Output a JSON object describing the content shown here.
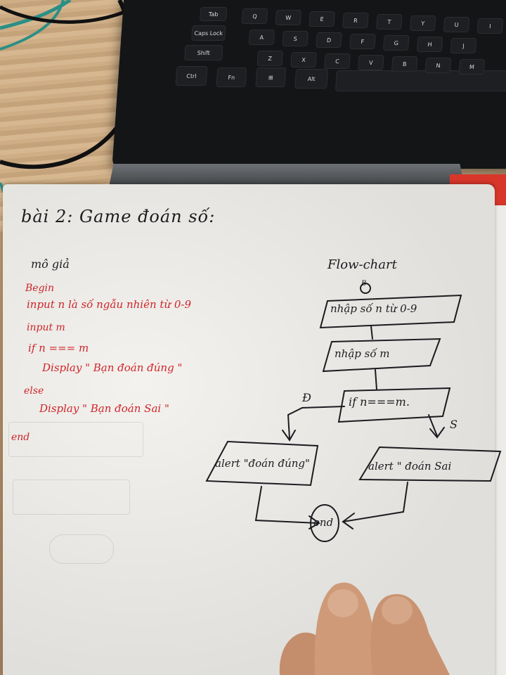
{
  "keyboard": {
    "row_labels": [
      "Tab",
      "Caps Lock",
      "Shift",
      "Ctrl",
      "Fn",
      "Alt"
    ],
    "letters_row1": [
      "Q",
      "W",
      "E",
      "R",
      "T",
      "Y",
      "U",
      "I"
    ],
    "letters_row2": [
      "A",
      "S",
      "D",
      "F",
      "G",
      "H",
      "J"
    ],
    "letters_row3": [
      "Z",
      "X",
      "C",
      "V",
      "B",
      "N",
      "M"
    ]
  },
  "notes": {
    "title": "bài 2: Game đoán số:",
    "pseudocode_heading": "mô giả",
    "pseudocode": [
      "Begin",
      "input n là số ngẫu nhiên từ 0-9",
      "input m",
      "if n === m",
      "Display \" Bạn đoán đúng \"",
      "else",
      "Display \" Bạn đoán Sai \"",
      "end"
    ]
  },
  "flowchart": {
    "title": "Flow-chart",
    "start": "B",
    "step1": "nhập số n từ 0-9",
    "step2": "nhập số m",
    "decision": "if n===m.",
    "true_branch": "Đ",
    "false_branch": "S",
    "alert_true": "alert \"đoán đúng\"",
    "alert_false": "alert \" đoán Sai",
    "end": "end"
  },
  "colors": {
    "ink_black": "#1d1d22",
    "ink_red": "#d4252b",
    "paper": "#f3f2ee"
  }
}
